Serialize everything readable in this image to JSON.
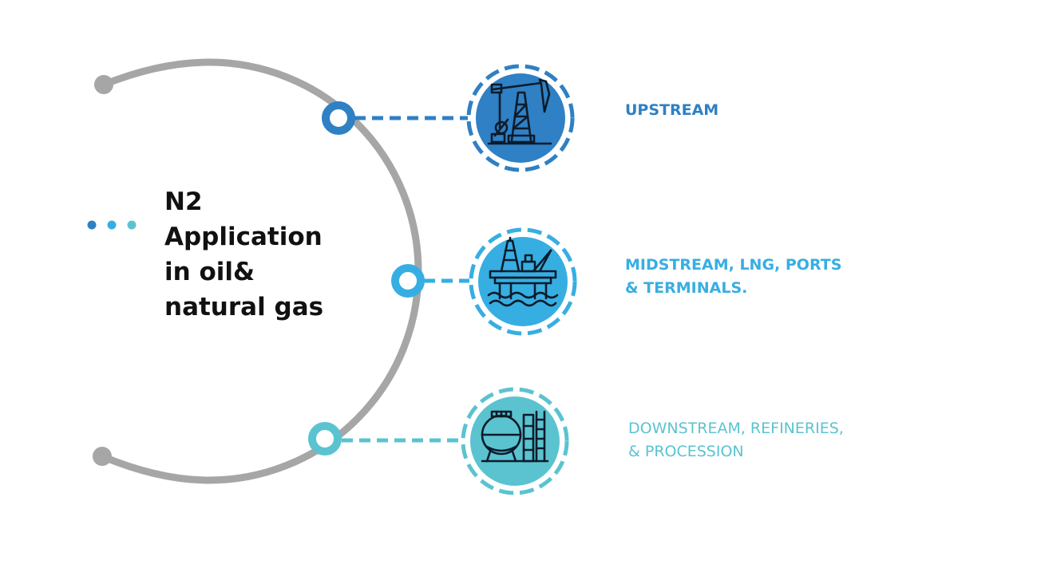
{
  "title": {
    "lines": [
      "N2",
      "Application",
      "in oil&",
      "natural gas"
    ]
  },
  "colors": {
    "arc": "#a6a6a6",
    "dark_blue": "#2f80c4",
    "mid_blue": "#37aee2",
    "teal": "#5bc3d0",
    "title_text": "#111111"
  },
  "items": [
    {
      "label_lines": [
        "UPSTREAM"
      ],
      "icon": "oil-pumpjack-derrick-icon",
      "color": "#2f80c4"
    },
    {
      "label_lines": [
        "MIDSTREAM, LNG, PORTS",
        "& TERMINALS."
      ],
      "icon": "offshore-platform-icon",
      "color": "#37aee2"
    },
    {
      "label_lines": [
        "DOWNSTREAM, REFINERIES,",
        "& PROCESSION"
      ],
      "icon": "refinery-tank-icon",
      "color": "#5bc3d0"
    }
  ]
}
